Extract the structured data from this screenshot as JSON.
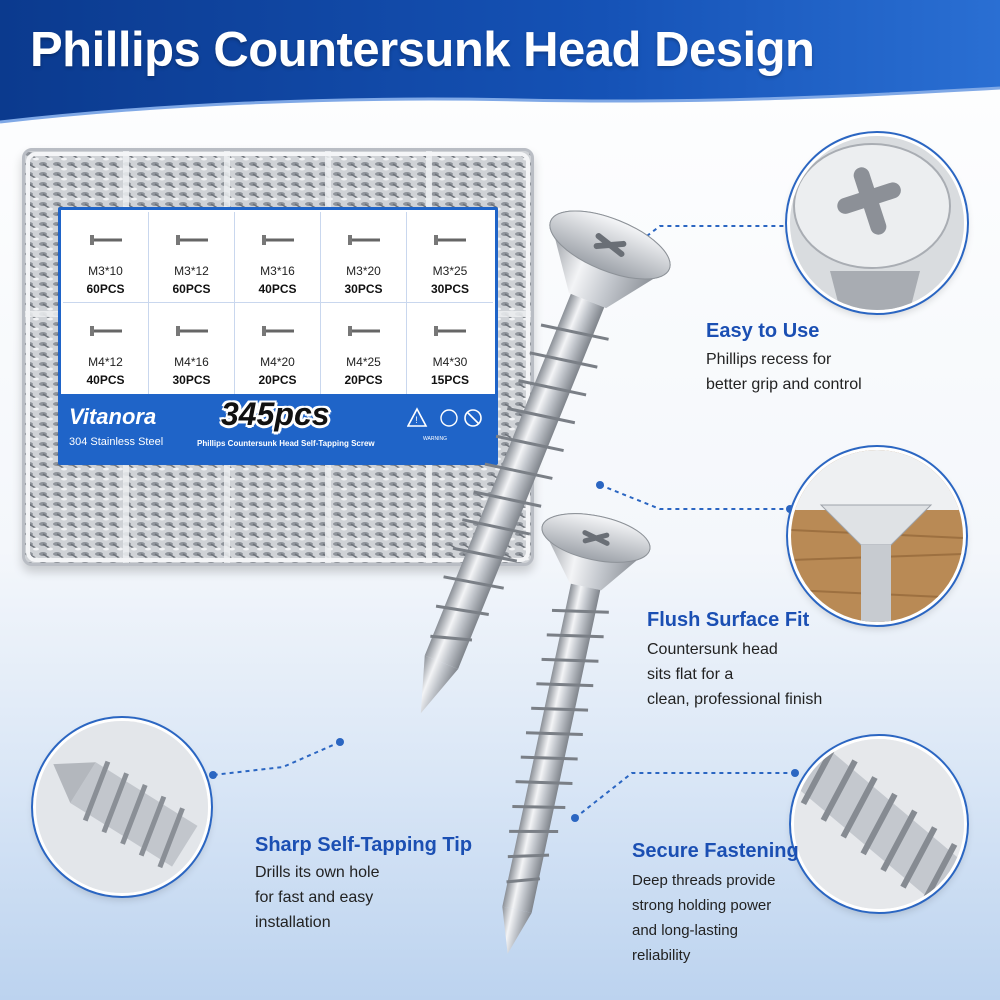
{
  "header": {
    "title": "Phillips Countersunk Head Design"
  },
  "colors": {
    "brand_blue": "#1f64c8",
    "accent_blue": "#1b4fb3",
    "header_dark": "#0d3f97"
  },
  "product_box": {
    "brand": "Vitanora",
    "material": "304 Stainless Steel",
    "count": "345pcs",
    "product_name": "Phillips Countersunk Head Self-Tapping Screw",
    "warning_text": "WARNING",
    "cells": [
      {
        "size": "M3*10",
        "qty": "60PCS"
      },
      {
        "size": "M3*12",
        "qty": "60PCS"
      },
      {
        "size": "M3*16",
        "qty": "40PCS"
      },
      {
        "size": "M3*20",
        "qty": "30PCS"
      },
      {
        "size": "M3*25",
        "qty": "30PCS"
      },
      {
        "size": "M4*12",
        "qty": "40PCS"
      },
      {
        "size": "M4*16",
        "qty": "30PCS"
      },
      {
        "size": "M4*20",
        "qty": "20PCS"
      },
      {
        "size": "M4*25",
        "qty": "20PCS"
      },
      {
        "size": "M4*30",
        "qty": "15PCS"
      }
    ]
  },
  "features": {
    "easy": {
      "title": "Easy to Use",
      "lines": [
        "Phillips recess for",
        "better grip and control"
      ],
      "icon": "phillips-head-icon"
    },
    "flush": {
      "title": "Flush Surface Fit",
      "lines": [
        "Countersunk head",
        "sits flat for a",
        "clean, professional finish"
      ],
      "icon": "countersunk-wood-icon"
    },
    "sharp": {
      "title": "Sharp Self-Tapping Tip",
      "lines": [
        "Drills its own hole",
        "for fast and easy",
        "installation"
      ],
      "icon": "screw-tip-icon"
    },
    "secure": {
      "title": "Secure Fastening",
      "lines": [
        "Deep threads provide",
        "strong holding power",
        "and long-lasting",
        "reliability"
      ],
      "icon": "screw-thread-icon"
    }
  }
}
